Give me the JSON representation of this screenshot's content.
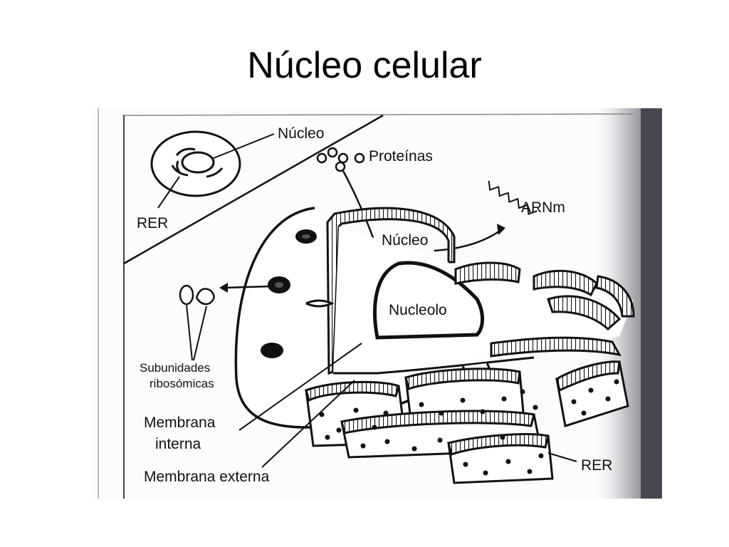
{
  "slide": {
    "title": "Núcleo celular"
  },
  "labels": {
    "nucleus_inset": "Núcleo",
    "proteins": "Proteínas",
    "rer_inset": "RER",
    "arnm": "ARNm",
    "nucleus": "Núcleo",
    "nucleolus": "Nucleolo",
    "ribosomal_subunits_line1": "Subunidades",
    "ribosomal_subunits_line2": "ribosómicas",
    "inner_membrane_line1": "Membrana",
    "inner_membrane_line2": "interna",
    "outer_membrane": "Membrana externa",
    "rer": "RER"
  },
  "colors": {
    "ink": "#111111",
    "paper": "#fcfcfc",
    "edge_shadow": "#4a4650",
    "slide_bg": "#ffffff"
  }
}
